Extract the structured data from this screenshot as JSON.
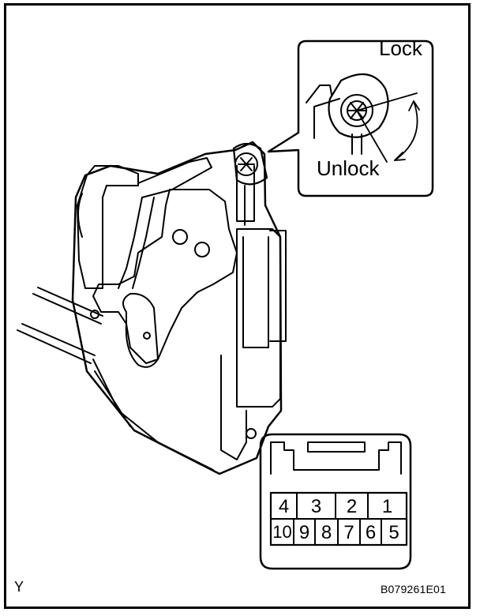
{
  "labels": {
    "lock": "Lock",
    "unlock": "Unlock",
    "corner_mark": "Y",
    "figure_code": "B079261E01"
  },
  "connector": {
    "top_row": [
      "4",
      "3",
      "2",
      "1"
    ],
    "bottom_row": [
      "10",
      "9",
      "8",
      "7",
      "6",
      "5"
    ]
  },
  "colors": {
    "ink": "#000000",
    "paper": "#ffffff"
  }
}
